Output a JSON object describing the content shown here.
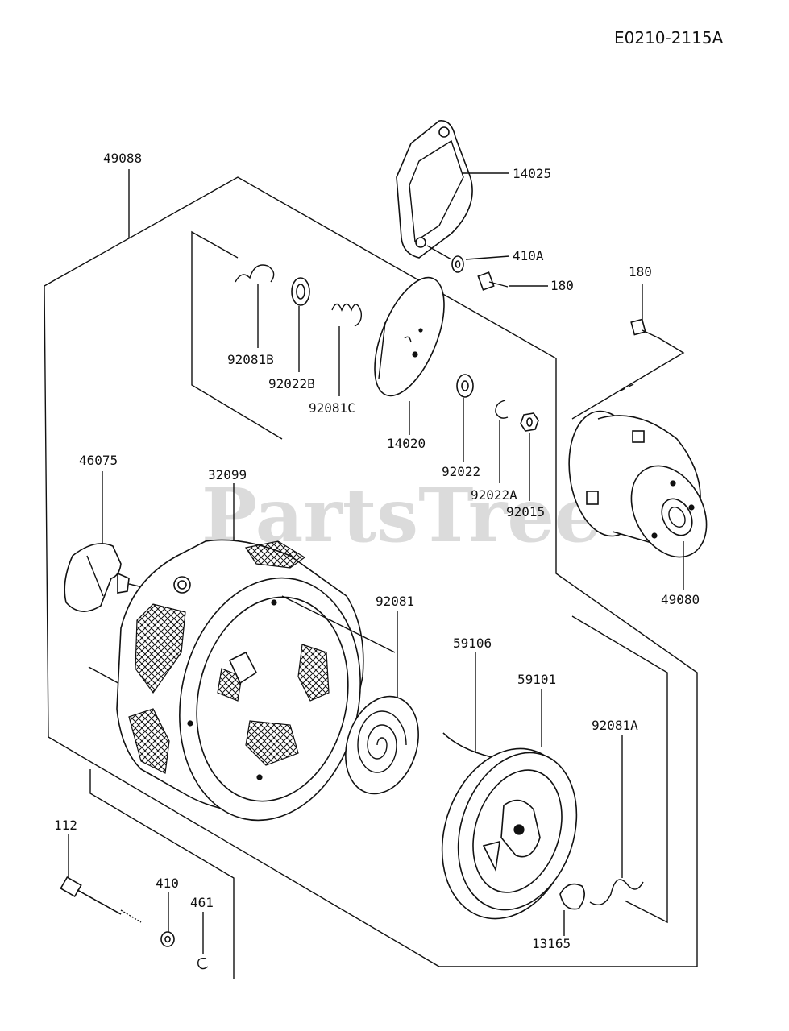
{
  "header": {
    "code": "E0210-2115A"
  },
  "watermark": {
    "text": "PartsTree"
  },
  "labels": {
    "p49088": "49088",
    "p14025": "14025",
    "p410A": "410A",
    "p180a": "180",
    "p180b": "180",
    "p92081B": "92081B",
    "p92022B": "92022B",
    "p92081C": "92081C",
    "p14020": "14020",
    "p92022": "92022",
    "p92022A": "92022A",
    "p92015": "92015",
    "p49080": "49080",
    "p46075": "46075",
    "p32099": "32099",
    "p92081": "92081",
    "p59106": "59106",
    "p59101": "59101",
    "p92081A": "92081A",
    "p112": "112",
    "p410": "410",
    "p461": "461",
    "p13165": "13165"
  }
}
